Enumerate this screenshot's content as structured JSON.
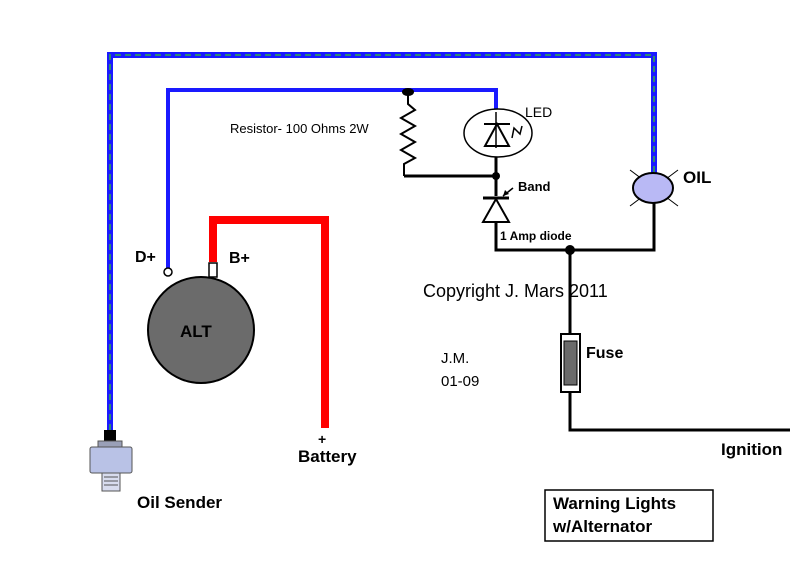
{
  "labels": {
    "resistor": "Resistor-  100 Ohms 2W",
    "led": "LED",
    "band": "Band",
    "oil_lamp": "OIL",
    "diode": "1 Amp diode",
    "d_plus": "D+",
    "b_plus": "B+",
    "alt": "ALT",
    "copyright": "Copyright J. Mars 2011",
    "initials": "J.M.",
    "date_code": "01-09",
    "fuse": "Fuse",
    "battery_sign": "+",
    "battery": "Battery",
    "ignition": "Ignition",
    "oil_sender": "Oil Sender",
    "title_line1": "Warning Lights",
    "title_line2": "w/Alternator"
  },
  "colors": {
    "d_plus_wire": "#1a1aff",
    "b_plus_wire": "#ff0000",
    "oil_wire_outer": "#1a1aff",
    "oil_wire_inner": "#2e8b6e",
    "ground_wire": "#000000",
    "alt_body": "#6b6b6b",
    "oil_lamp_fill": "#b9b9f5",
    "copyright_text": "#c8c87a",
    "sender_body": "#b9c2e6"
  }
}
